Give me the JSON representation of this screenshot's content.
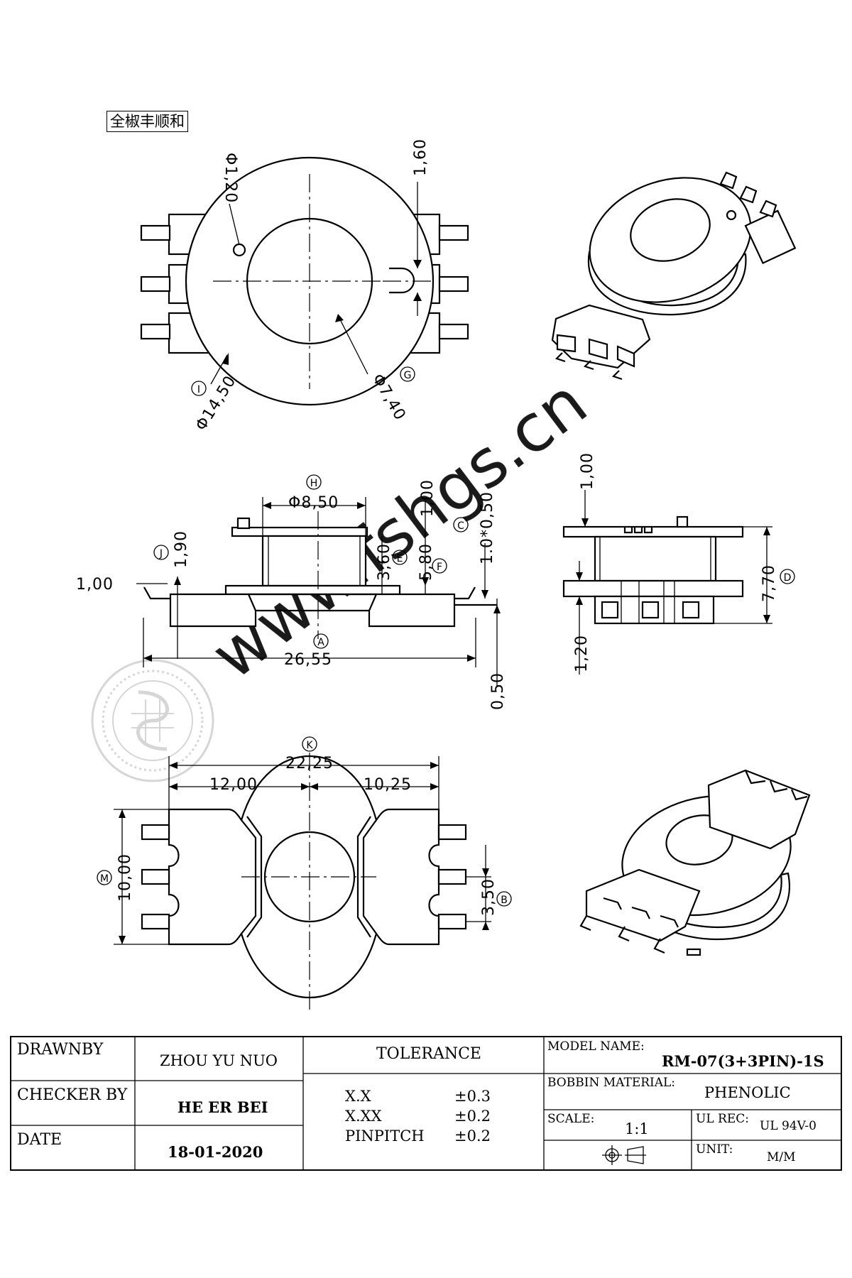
{
  "brand_label": "全椒丰顺和",
  "watermark": "www.fshgs.cn",
  "dimensions": {
    "hole_dia": "Φ1,20",
    "top_gap": "1,60",
    "outer_dia": "Φ14,50",
    "inner_dia": "Φ7,40",
    "flange_width": "Φ8,50",
    "flange_thk_top": "1,00",
    "pin_size": "1.0*0,50",
    "top_h1": "1,90",
    "lead_gap": "1,00",
    "inner_h": "3,60",
    "total_h_e": "5,80",
    "overall_len": "26,55",
    "pin_thk": "0,50",
    "side_height": "7,70",
    "side_base": "1,20",
    "total_width": "22,25",
    "left_width": "12,00",
    "right_width": "10,25",
    "overall_depth": "10,00",
    "pin_pitch": "3,50"
  },
  "callouts": {
    "A": "A",
    "B": "B",
    "C": "C",
    "D": "D",
    "E": "E",
    "F": "F",
    "G": "G",
    "H": "H",
    "I": "I",
    "J": "J",
    "K": "K",
    "M": "M"
  },
  "title_block": {
    "drawn_by_label": "DRAWNBY",
    "drawn_by_value": "ZHOU YU NUO",
    "checker_label": "CHECKER BY",
    "checker_value": "HE ER BEI",
    "date_label": "DATE",
    "date_value": "18-01-2020",
    "tolerance_label": "TOLERANCE",
    "tolerance_rows": [
      {
        "name": "X.X",
        "value": "±0.3"
      },
      {
        "name": "X.XX",
        "value": "±0.2"
      },
      {
        "name": "PINPITCH",
        "value": "±0.2"
      }
    ],
    "model_label": "MODEL NAME:",
    "model_value": "RM-07(3+3PIN)-1S",
    "material_label": "BOBBIN MATERIAL:",
    "material_value": "PHENOLIC",
    "scale_label": "SCALE:",
    "scale_value": "1:1",
    "ul_label": "UL REC:",
    "ul_value": "UL 94V-0",
    "unit_label": "UNIT:",
    "unit_value": "M/M"
  }
}
